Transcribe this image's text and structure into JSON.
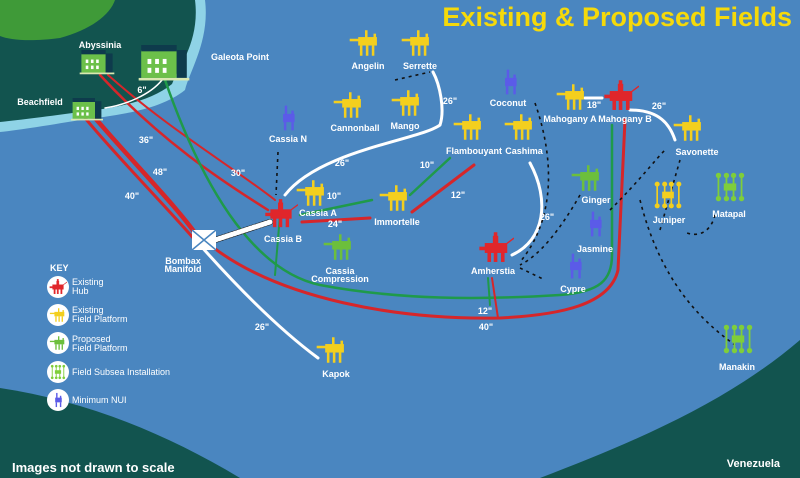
{
  "title": "Existing & Proposed Fields",
  "footer": "Images not drawn to scale",
  "country": "Venezuela",
  "colors": {
    "sea": "#4a86c0",
    "land": "#12544f",
    "existing_hub": "#e0262b",
    "existing_platform": "#f3cf1e",
    "proposed_platform": "#6cbf3c",
    "subsea": "#7fce3a",
    "nui": "#5b5be8",
    "gas_pipe": "#1f9a4a",
    "oil_pipe": "#d6262a",
    "export_pipe": "#ffffff"
  },
  "onshore": {
    "abyssinia": "Abyssinia",
    "beachfield": "Beachfield",
    "galeota": "Galeota Point"
  },
  "fields": {
    "angelin": "Angelin",
    "serrette": "Serrette",
    "coconut": "Coconut",
    "mahogany_a": "Mahogany A",
    "mahogany_b": "Mahogany B",
    "savonette": "Savonette",
    "cannonball": "Cannonball",
    "mango": "Mango",
    "cassia_n": "Cassia N",
    "flambouyant": "Flambouyant",
    "cashima": "Cashima",
    "cassia_a": "Cassia A",
    "cassia_b": "Cassia B",
    "immortelle": "Immortelle",
    "ginger": "Ginger",
    "juniper": "Juniper",
    "matapal": "Matapal",
    "jasmine": "Jasmine",
    "amherstia": "Amherstia",
    "cypre": "Cypre",
    "cassia_compression_1": "Cassia",
    "cassia_compression_2": "Compression",
    "bombax_1": "Bombax",
    "bombax_2": "Manifold",
    "kapok": "Kapok",
    "manakin": "Manakin"
  },
  "pipes": {
    "p6": "6\"",
    "p36": "36\"",
    "p48": "48\"",
    "p40a": "40\"",
    "p30": "30\"",
    "p26a": "26\"",
    "p10a": "10\"",
    "p24": "24\"",
    "p10b": "10\"",
    "p12a": "12\"",
    "p26b": "26\"",
    "p26c": "26\"",
    "p18": "18\"",
    "p26d": "26\"",
    "p12b": "12\"",
    "p40b": "40\"",
    "p26e": "26\""
  },
  "key": {
    "title": "KEY",
    "items": [
      {
        "line1": "Existing",
        "line2": "Hub",
        "icon": "existing-hub-icon"
      },
      {
        "line1": "Existing",
        "line2": "Field Platform",
        "icon": "existing-platform-icon"
      },
      {
        "line1": "Proposed",
        "line2": "Field Platform",
        "icon": "proposed-platform-icon"
      },
      {
        "line1": "Field Subsea Installation",
        "line2": "",
        "icon": "subsea-icon"
      },
      {
        "line1": "Minimum NUI",
        "line2": "",
        "icon": "nui-icon"
      }
    ]
  }
}
